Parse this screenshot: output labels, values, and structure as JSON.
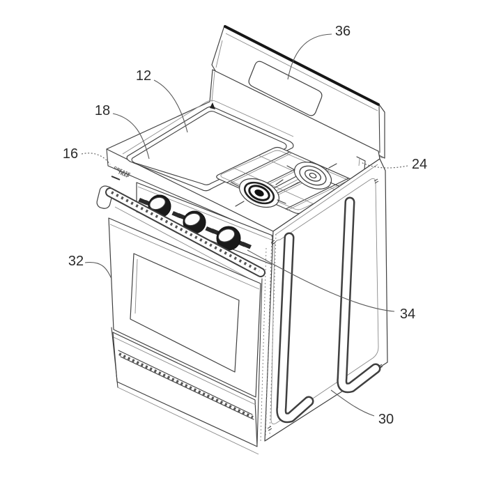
{
  "figure": {
    "kind": "patent-line-drawing",
    "subject": "Freestanding gas range with griddle cooktop, burner grates, backguard display, oven door and embossed side panel",
    "background_color": "#ffffff",
    "line_color": "#3f3f3f",
    "label_color": "#2b2b2b"
  },
  "annotations": {
    "grease_trap_line1": "GREASE",
    "grease_trap_line2": "TRAP"
  },
  "labels": [
    {
      "text": "36",
      "target": "backguard-display-window"
    },
    {
      "text": "12",
      "target": "griddle-surface"
    },
    {
      "text": "18",
      "target": "griddle-rim"
    },
    {
      "text": "16",
      "target": "grease-trap-front-corner"
    },
    {
      "text": "24",
      "target": "cooktop-rear-right-trim"
    },
    {
      "text": "32",
      "target": "oven-door"
    },
    {
      "text": "34",
      "target": "control-panel"
    },
    {
      "text": "30",
      "target": "side-panel"
    }
  ]
}
